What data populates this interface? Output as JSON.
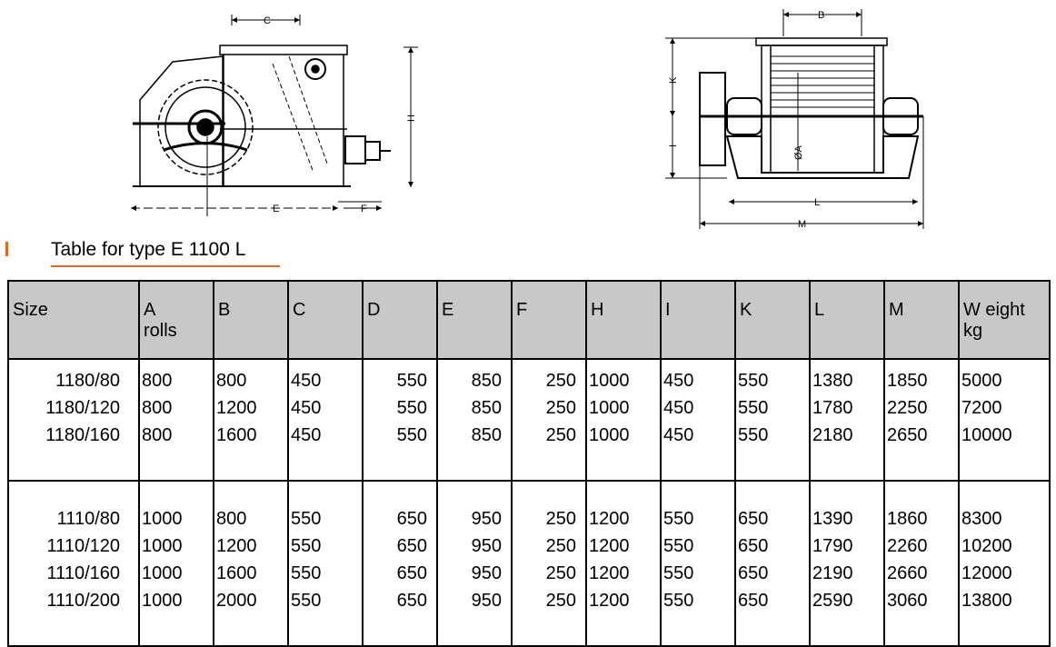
{
  "drawing": {
    "dimension_labels": {
      "c": "C",
      "e": "E",
      "f": "F",
      "h": "H",
      "b": "B",
      "k": "K",
      "i": "I",
      "a": "ØA",
      "l": "L",
      "m": "M"
    }
  },
  "heading": {
    "title": "Table for type E 1100 L"
  },
  "table": {
    "headers": [
      "Size",
      "A\nrolls",
      "B",
      "C",
      "D",
      "E",
      "F",
      "H",
      "I",
      "K",
      "L",
      "M",
      "W eight\n kg"
    ],
    "groups": [
      [
        [
          "1180/80",
          "800",
          "800",
          "450",
          "550",
          "850",
          "250",
          "1000",
          "450",
          "550",
          "1380",
          "1850",
          "5000"
        ],
        [
          "1180/120",
          "800",
          "1200",
          "450",
          "550",
          "850",
          "250",
          "1000",
          "450",
          "550",
          "1780",
          "2250",
          "7200"
        ],
        [
          "1180/160",
          "800",
          "1600",
          "450",
          "550",
          "850",
          "250",
          "1000",
          "450",
          "550",
          "2180",
          "2650",
          "10000"
        ]
      ],
      [
        [
          "1110/80",
          "1000",
          "800",
          "550",
          "650",
          "950",
          "250",
          "1200",
          "550",
          "650",
          "1390",
          "1860",
          "8300"
        ],
        [
          "1110/120",
          "1000",
          "1200",
          "550",
          "650",
          "950",
          "250",
          "1200",
          "550",
          "650",
          "1790",
          "2260",
          "10200"
        ],
        [
          "1110/160",
          "1000",
          "1600",
          "550",
          "650",
          "950",
          "250",
          "1200",
          "550",
          "650",
          "2190",
          "2660",
          "12000"
        ],
        [
          "1110/200",
          "1000",
          "2000",
          "550",
          "650",
          "950",
          "250",
          "1200",
          "550",
          "650",
          "2590",
          "3060",
          "13800"
        ]
      ]
    ]
  }
}
